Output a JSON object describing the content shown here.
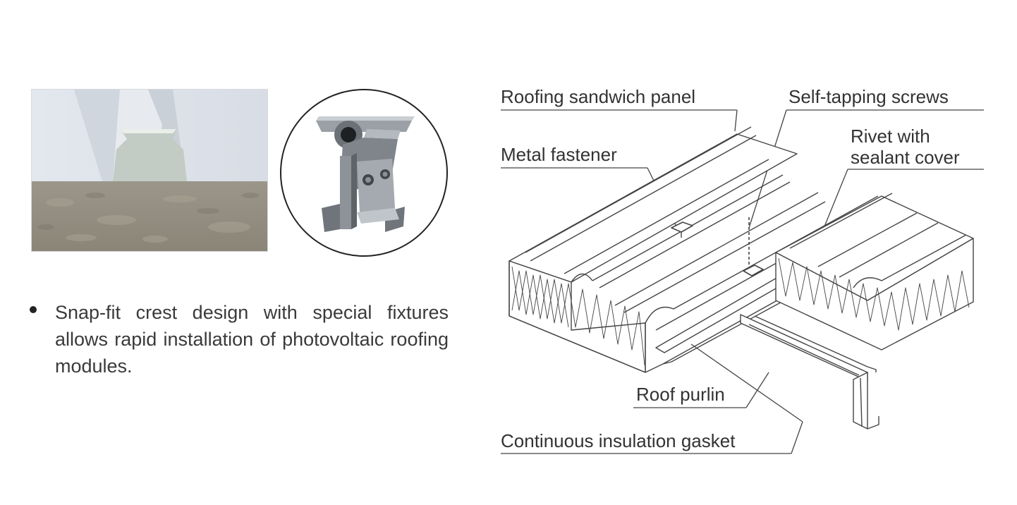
{
  "bullet": {
    "text": "Snap-fit crest design with special fixtures allows rapid installation of photovoltaic roofing modules."
  },
  "diagram": {
    "labels": {
      "roofing_panel": "Roofing sandwich panel",
      "screws": "Self-tapping screws",
      "fastener": "Metal fastener",
      "rivet_line1": "Rivet with",
      "rivet_line2": "sealant cover",
      "purlin": "Roof purlin",
      "gasket": "Continuous insulation gasket"
    }
  },
  "colors": {
    "text": "#333333",
    "line": "#444444",
    "sky": "#dfe4ea",
    "wall": "#8e8a7e"
  }
}
